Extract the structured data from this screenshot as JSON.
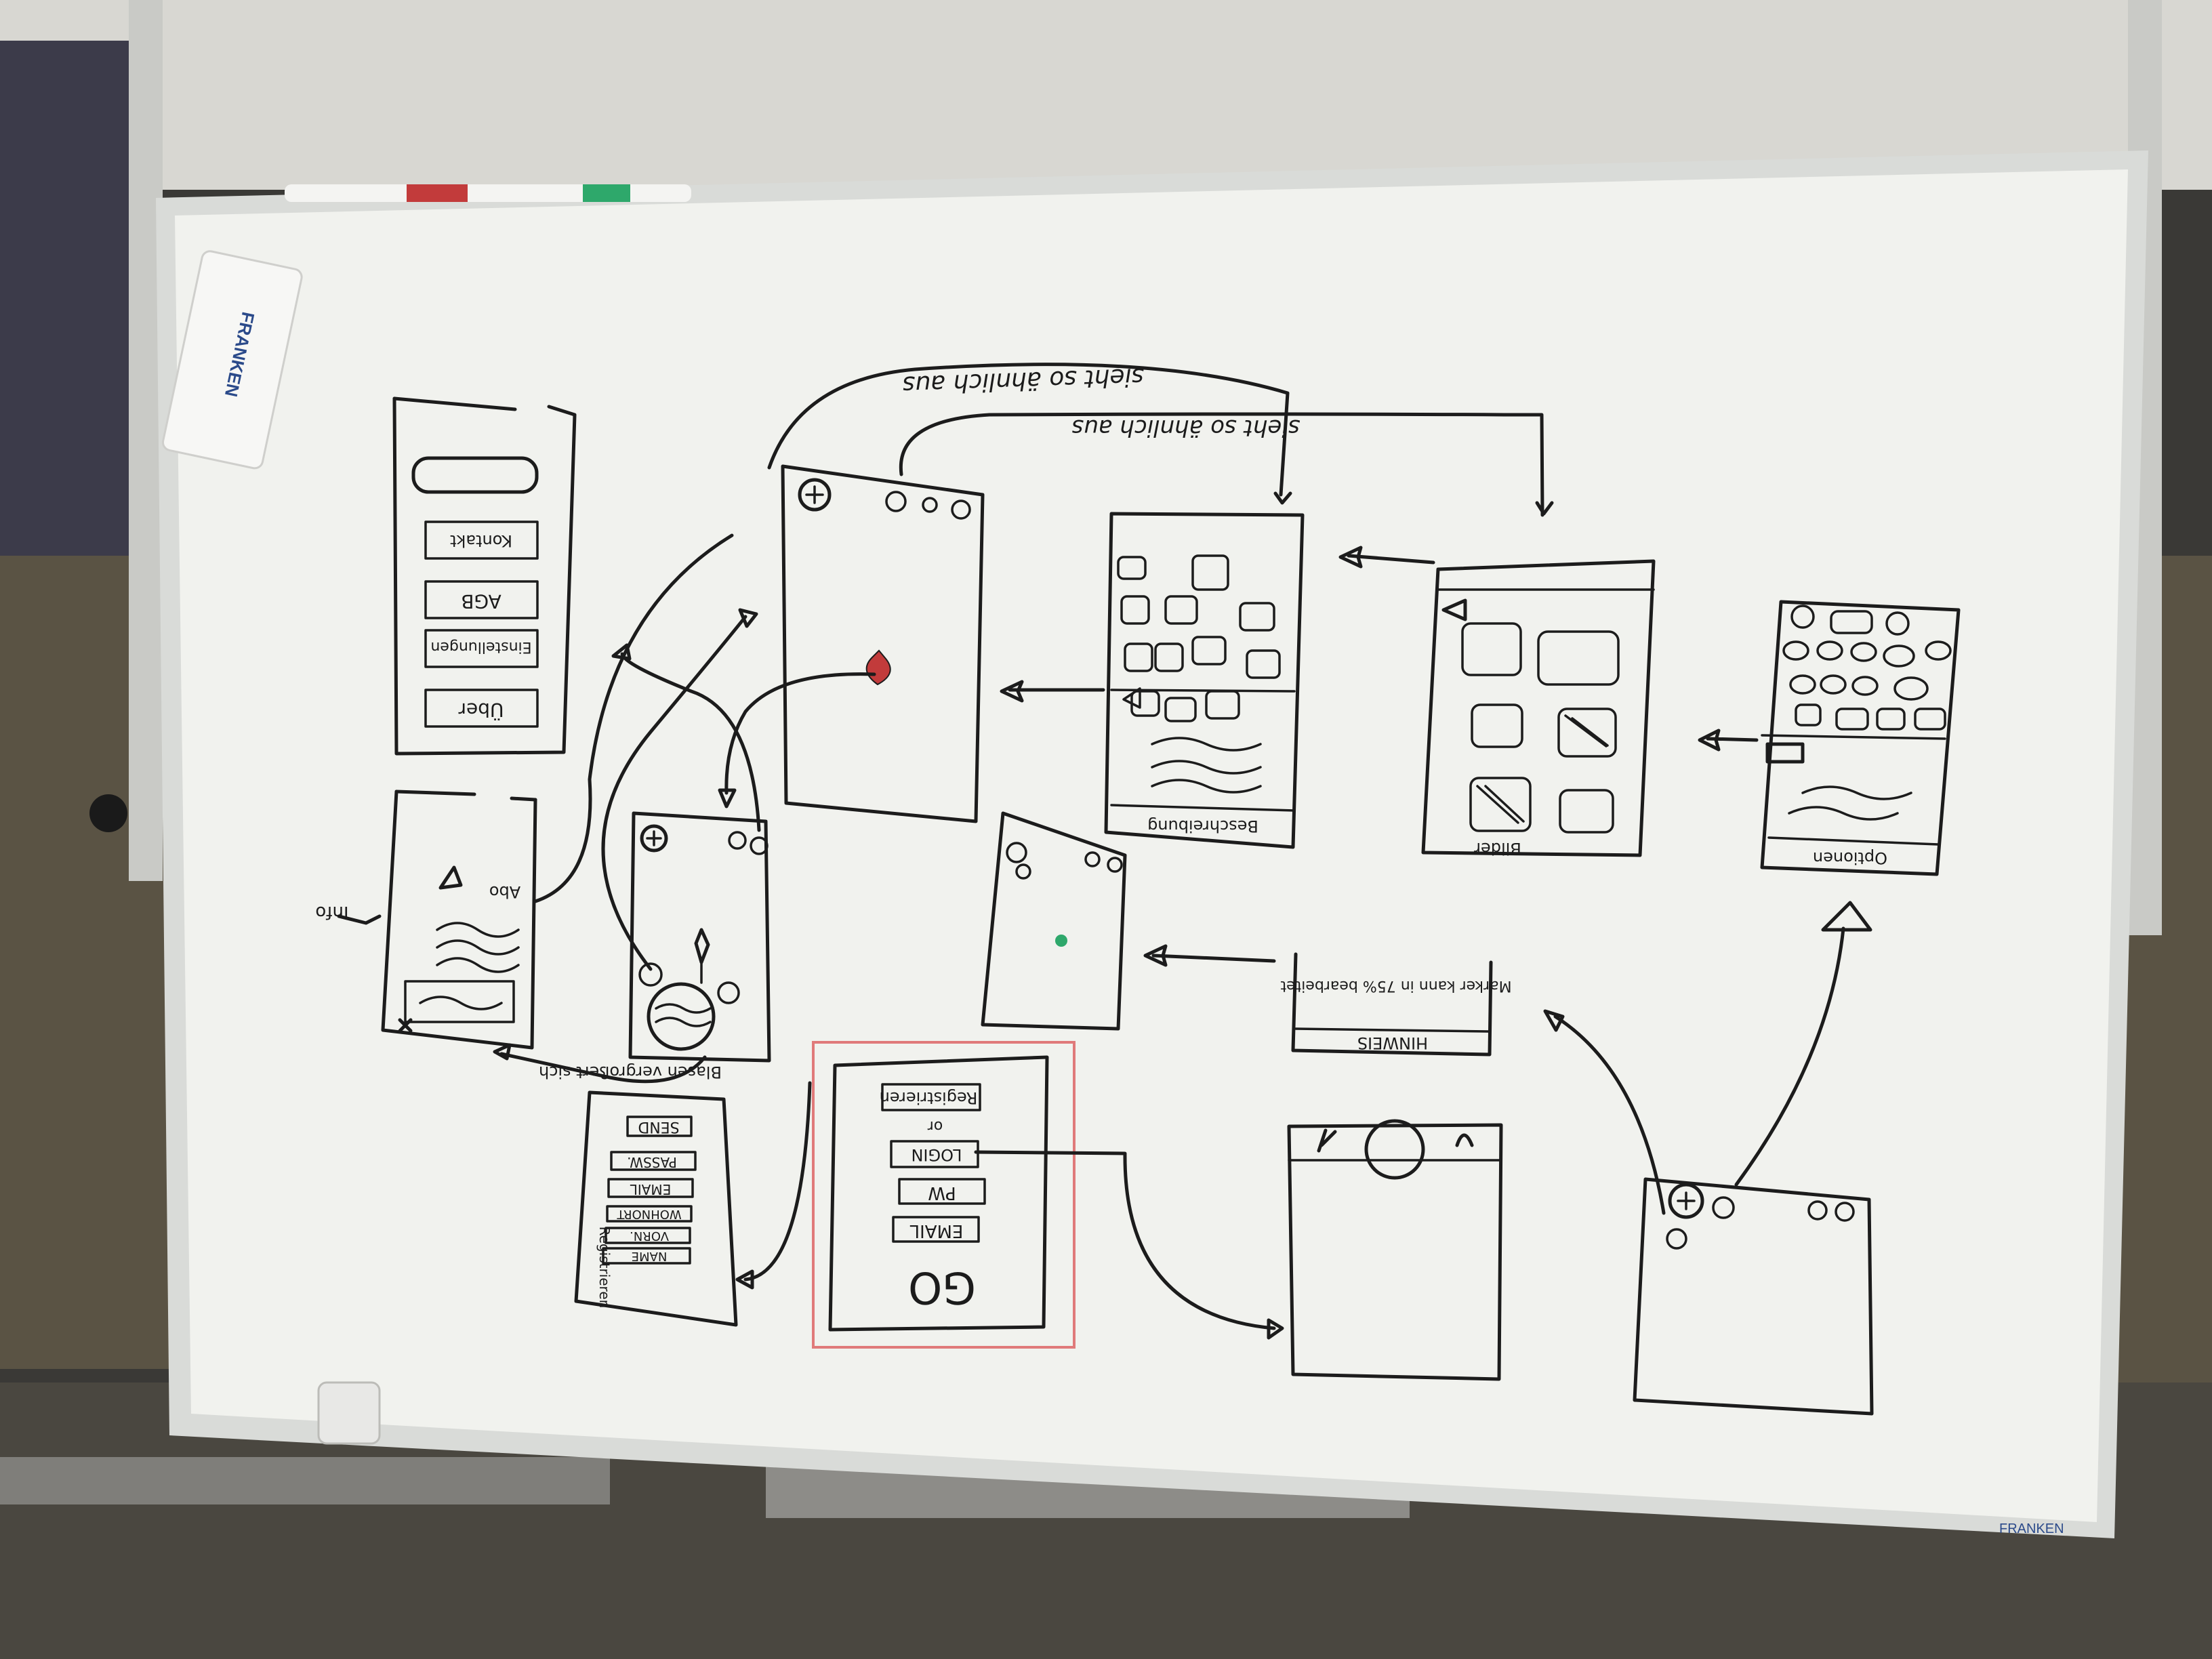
{
  "eraser": {
    "brand": "FRANKEN"
  },
  "board_corner_brand": "FRANKEN",
  "notes": {
    "sieht_aus_1": "sieht so ähnlich aus",
    "sieht_aus_2": "sieht so ähnlich aus"
  },
  "menu_screen": {
    "items": [
      "Einstellungen",
      "Kontakt",
      "AGB",
      "Über"
    ]
  },
  "map_left": {
    "labels": [
      "Abo",
      "Info"
    ]
  },
  "registration": {
    "title": "Registrieren",
    "fields": [
      "NAME",
      "VORN.",
      "WOHNORT",
      "EMAIL",
      "PASSW.",
      "SEND"
    ]
  },
  "login": {
    "title": "Registrieren",
    "or": "or",
    "buttons": [
      "LOGIN",
      "PW",
      "EMAIL"
    ],
    "logo": "GO"
  },
  "sheet_label": "Blasen vergrößert sich",
  "hint": {
    "title": "HINWEIS",
    "text": "Marker kann in 75% bearbeitet"
  },
  "detail_screens": {
    "beschreibung": "Beschreibung",
    "bilder": "Bilder",
    "optionen": "Optionen"
  },
  "colors": {
    "board": "#f1f2ee",
    "frame": "#d9dbd8",
    "ink": "#1c1c1c",
    "red_marker": "#c23b3b",
    "green_marker": "#2ea86b",
    "login_highlight": "#e07a7a"
  }
}
